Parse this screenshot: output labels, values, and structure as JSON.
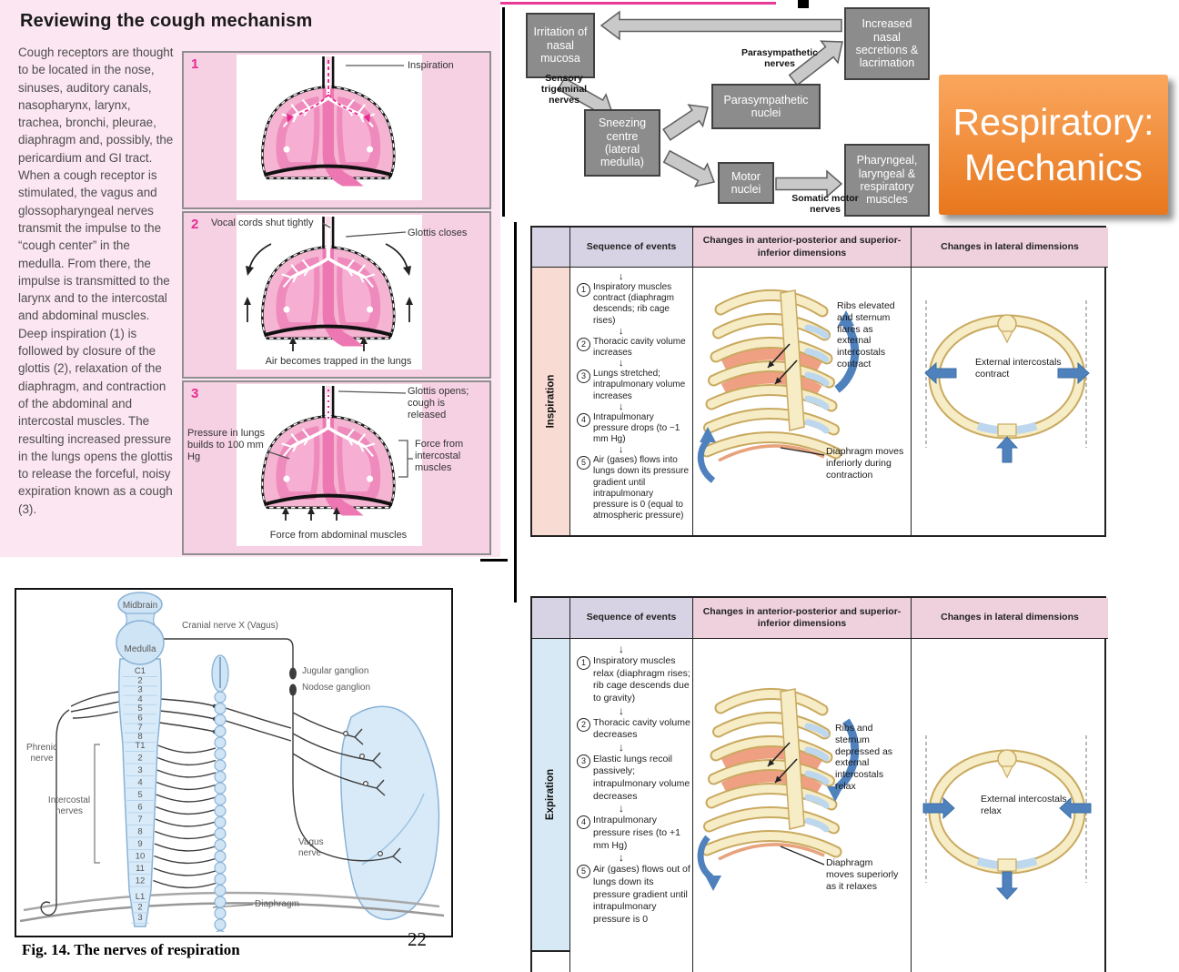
{
  "page": {
    "number": "22"
  },
  "colors": {
    "accent_magenta": "#e72b90",
    "flow_box_gray": "#8c8c8c",
    "arrow_blue": "#4f81bd",
    "orange_top": "#faa75e",
    "orange_bottom": "#e8771d",
    "header_lavender": "#d7d3e4",
    "header_pink": "#eed1dd",
    "inspiration_tint": "#f8dcd3",
    "expiration_tint": "#d8e9f6",
    "panel_pink": "#fce6f1"
  },
  "cough_panel": {
    "title": "Reviewing the cough mechanism",
    "body": "Cough receptors are thought to be located in the nose, sinuses, auditory canals, nasopharynx, larynx, trachea, bronchi, pleurae, diaphragm and, possibly, the pericardium and GI tract. When a cough receptor is stimulated, the vagus and glossopharyngeal nerves transmit the impulse to the “cough center” in the medulla. From there, the impulse is transmitted to the larynx and to the intercostal and abdominal muscles. Deep inspiration (1) is followed by closure of the glottis (2), relaxation of the diaphragm, and contraction of the abdominal and intercostal muscles. The resulting increased pressure in the lungs opens the glottis to release the forceful, noisy expiration known as a cough (3).",
    "panels": [
      {
        "number": "1",
        "label_right": "Inspiration"
      },
      {
        "number": "2",
        "label_left": "Vocal cords shut tightly",
        "label_right": "Glottis closes",
        "label_bottom": "Air becomes trapped in the lungs"
      },
      {
        "number": "3",
        "label_right": "Glottis opens; cough is released",
        "label_left": "Pressure in lungs builds to 100 mm Hg",
        "label_force": "Force from intercostal muscles",
        "label_bottom": "Force from abdominal muscles"
      }
    ]
  },
  "flowchart": {
    "boxes": {
      "irritation": "Irritation of nasal mucosa",
      "secretions": "Increased nasal secretions & lacrimation",
      "parasympathetic_nuclei": "Parasympathetic nuclei",
      "sneezing_centre": "Sneezing centre (lateral medulla)",
      "motor_nuclei": "Motor nuclei",
      "muscles": "Pharyngeal, laryngeal & respiratory muscles"
    },
    "labels": {
      "sensory": "Sensory trigeminal nerves",
      "parasympathetic_nerves": "Parasympathetic nerves",
      "somatic": "Somatic motor nerves"
    }
  },
  "title_box": {
    "line1": "Respiratory:",
    "line2": "Mechanics"
  },
  "tables": [
    {
      "row_label": "Inspiration",
      "headers": [
        "Sequence of events",
        "Changes in anterior-posterior and superior-inferior dimensions",
        "Changes in lateral dimensions"
      ],
      "sequence": [
        {
          "num": "1",
          "text": "Inspiratory muscles contract (diaphragm descends; rib cage rises)"
        },
        {
          "num": "2",
          "text": "Thoracic cavity volume increases"
        },
        {
          "num": "3",
          "text": "Lungs stretched; intrapulmonary volume increases"
        },
        {
          "num": "4",
          "text": "Intrapulmonary pressure drops (to −1 mm Hg)"
        },
        {
          "num": "5",
          "text": "Air (gases) flows into lungs down its pressure gradient until intrapulmonary pressure is 0 (equal to atmospheric pressure)"
        }
      ],
      "annotations": {
        "ribs": "Ribs elevated and sternum flares as external intercostals contract",
        "diaphragm": "Diaphragm moves inferiorly during contraction",
        "lateral": "External intercostals contract"
      }
    },
    {
      "row_label": "Expiration",
      "headers": [
        "Sequence of events",
        "Changes in anterior-posterior and superior-inferior dimensions",
        "Changes in lateral dimensions"
      ],
      "sequence": [
        {
          "num": "1",
          "text": "Inspiratory muscles relax (diaphragm rises; rib cage descends due to gravity)"
        },
        {
          "num": "2",
          "text": "Thoracic cavity volume decreases"
        },
        {
          "num": "3",
          "text": "Elastic lungs recoil passively; intrapulmonary volume decreases"
        },
        {
          "num": "4",
          "text": "Intrapulmonary pressure rises (to +1 mm Hg)"
        },
        {
          "num": "5",
          "text": "Air (gases) flows out of lungs down its pressure gradient until intrapulmonary pressure is 0"
        }
      ],
      "annotations": {
        "ribs": "Ribs and sternum depressed as external intercostals relax",
        "diaphragm": "Diaphragm moves superiorly as it relaxes",
        "lateral": "External intercostals relax"
      }
    }
  ],
  "nerves_figure": {
    "caption": "Fig. 14.  The nerves of respiration",
    "labels": {
      "midbrain": "Midbrain",
      "medulla": "Medulla",
      "cranial": "Cranial nerve X (Vagus)",
      "jugular": "Jugular ganglion",
      "nodose": "Nodose ganglion",
      "phrenic": "Phrenic nerve",
      "intercostal": "Intercostal nerves",
      "vagus": "Vagus nerve",
      "diaphragm": "Diaphragm"
    },
    "segments": {
      "cervical": [
        "C1",
        "2",
        "3",
        "4",
        "5",
        "6",
        "7",
        "8"
      ],
      "thoracic": [
        "T1",
        "2",
        "3",
        "4",
        "5",
        "6",
        "7",
        "8",
        "9",
        "10",
        "11",
        "12"
      ],
      "lumbar": [
        "L1",
        "2",
        "3"
      ]
    }
  }
}
